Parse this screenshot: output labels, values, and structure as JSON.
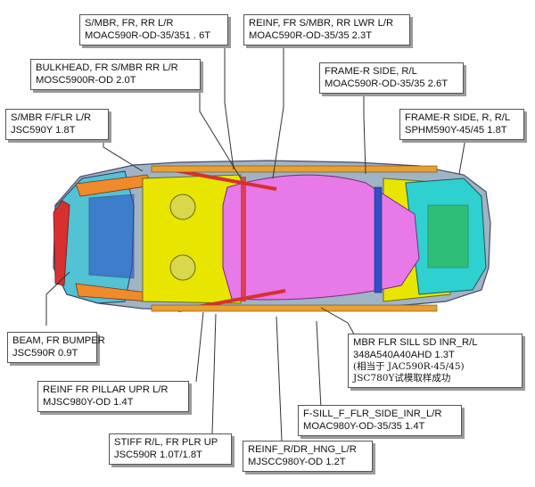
{
  "callouts": {
    "smbr_fr_rr": {
      "line1": "S/MBR, FR, RR L/R",
      "line2": "MOAC590R-OD-35/351 . 6T"
    },
    "reinf_fr_smbr": {
      "line1": "REINF, FR S/MBR, RR LWR L/R",
      "line2": "MOAC590R-OD-35/35 2.3T"
    },
    "bulkhead": {
      "line1": "BULKHEAD, FR S/MBR RR L/R",
      "line2": "MOSC5900R-OD 2.0T"
    },
    "frame_r_side_rl": {
      "line1": "FRAME-R SIDE, R/L",
      "line2": "MOAC590R-OD-35/35 2.6T"
    },
    "smbr_fflr": {
      "line1": "S/MBR F/FLR L/R",
      "line2": "JSC590Y 1.8T"
    },
    "frame_r_side_r": {
      "line1": "FRAME-R SIDE, R, R/L",
      "line2": "SPHM590Y-45/45 1.8T"
    },
    "beam_fr_bumper": {
      "line1": "BEAM, FR BUMPER",
      "line2": "JSC590R 0.9T"
    },
    "mbr_flr_sill": {
      "line1": "MBR FLR SILL SD INR_R/L",
      "line2": "348A540A40AHD 1.3T",
      "line3": "(相当于 JAC590R-45/45)",
      "line4": "JSC780Y试模取样成功"
    },
    "reinf_fr_pillar": {
      "line1": "REINF FR PILLAR UPR L/R",
      "line2": "MJSC980Y-OD 1.4T"
    },
    "f_sill": {
      "line1": "F-SILL_F_FLR_SIDE_INR_L/R",
      "line2": "MOAC980Y-OD-35/35 1.4T"
    },
    "stiff_rl": {
      "line1": "STIFF R/L, FR PLR UP",
      "line2": "JSC590R 1.0T/1.8T"
    },
    "reinf_r_dr_hng": {
      "line1": "REINF_R/DR_HNG_L/R",
      "line2": "MJSCC980Y-OD 1.2T"
    }
  },
  "colors": {
    "floor": "#e879e8",
    "frame": "#e8e600",
    "rear": "#2fd0d0",
    "front": "#28b4c8",
    "red": "#d83030",
    "orange": "#f08a2a",
    "blue": "#3050c8",
    "green": "#30b030"
  }
}
